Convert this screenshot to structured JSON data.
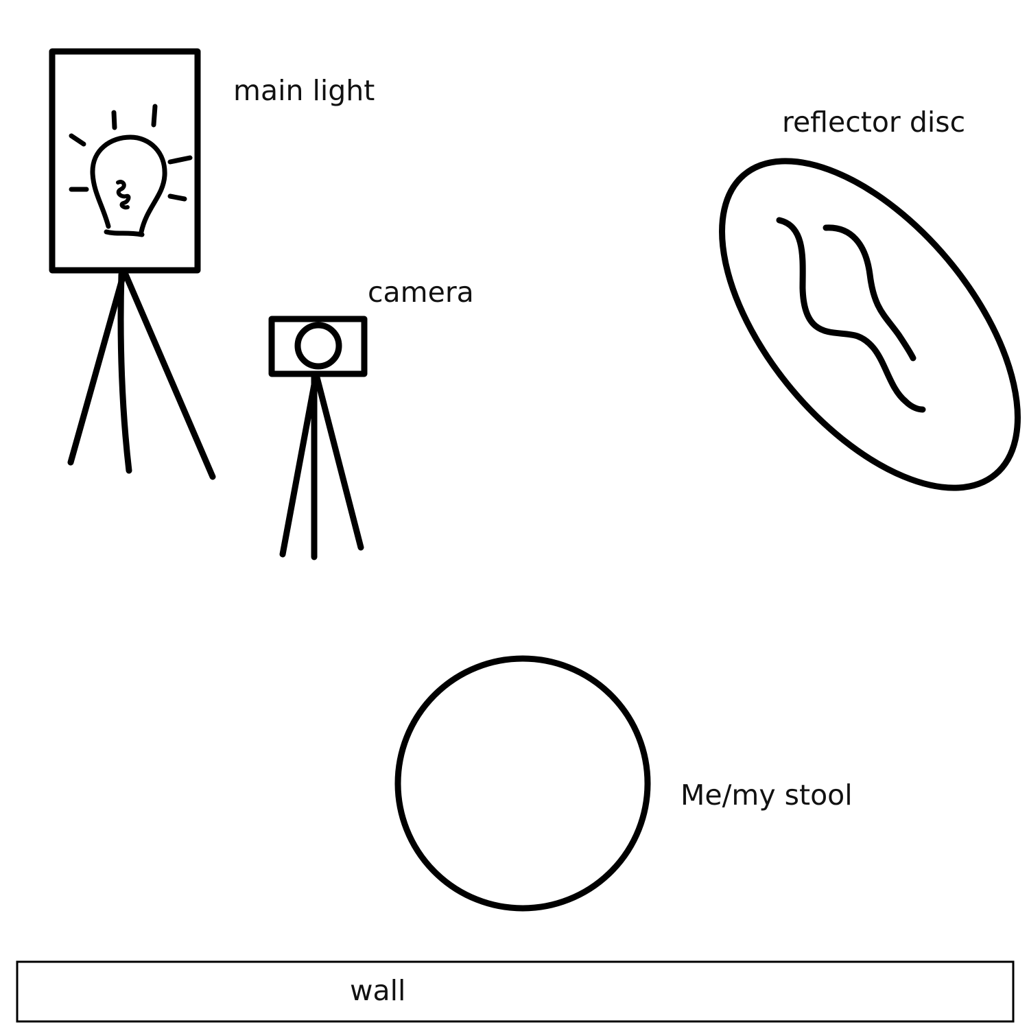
{
  "labels": {
    "main_light": "main light",
    "reflector": "reflector disc",
    "camera": "camera",
    "stool": "Me/my stool",
    "wall": "wall"
  },
  "colors": {
    "stroke": "#000000",
    "background": "#ffffff"
  }
}
